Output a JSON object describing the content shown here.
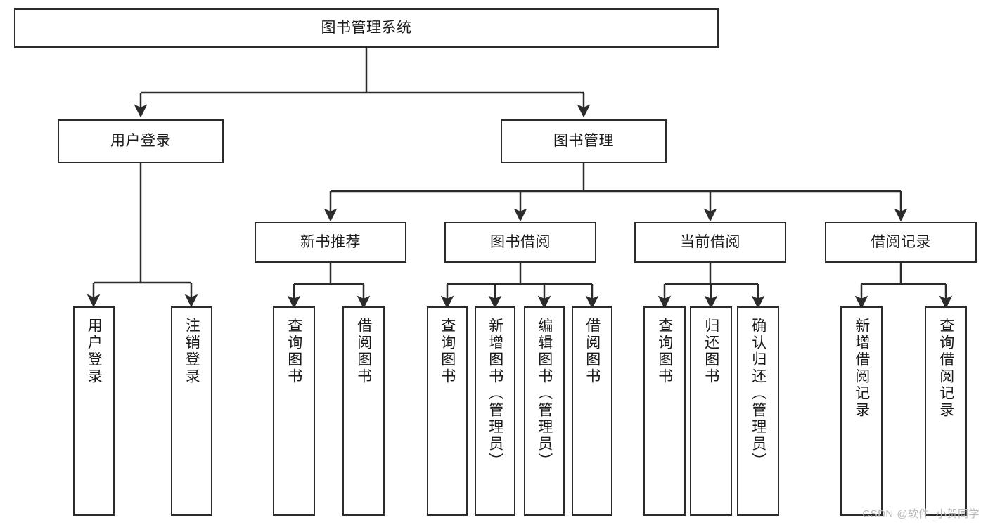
{
  "diagram": {
    "type": "hierarchy-tree",
    "title": "图书管理系统",
    "watermark": "CSDN @软件_小贺同学",
    "colors": {
      "stroke": "#2b2b2b",
      "fill": "#ffffff",
      "text": "#1a1a1a",
      "watermark": "#b9b9b9"
    },
    "nodes": {
      "root": {
        "label": "图书管理系统"
      },
      "level2": [
        {
          "label": "用户登录"
        },
        {
          "label": "图书管理"
        }
      ],
      "level3": [
        {
          "label": "新书推荐"
        },
        {
          "label": "图书借阅"
        },
        {
          "label": "当前借阅"
        },
        {
          "label": "借阅记录"
        }
      ],
      "leaves_user_login": [
        {
          "label": "用户登录"
        },
        {
          "label": "注销登录"
        }
      ],
      "leaves_new_books": [
        {
          "label": "查询图书"
        },
        {
          "label": "借阅图书"
        }
      ],
      "leaves_borrow": [
        {
          "label": "查询图书"
        },
        {
          "label": "新增图书（管理员）"
        },
        {
          "label": "编辑图书（管理员）"
        },
        {
          "label": "借阅图书"
        }
      ],
      "leaves_current": [
        {
          "label": "查询图书"
        },
        {
          "label": "归还图书"
        },
        {
          "label": "确认归还（管理员）"
        }
      ],
      "leaves_records": [
        {
          "label": "新增借阅记录"
        },
        {
          "label": "查询借阅记录"
        }
      ]
    }
  }
}
